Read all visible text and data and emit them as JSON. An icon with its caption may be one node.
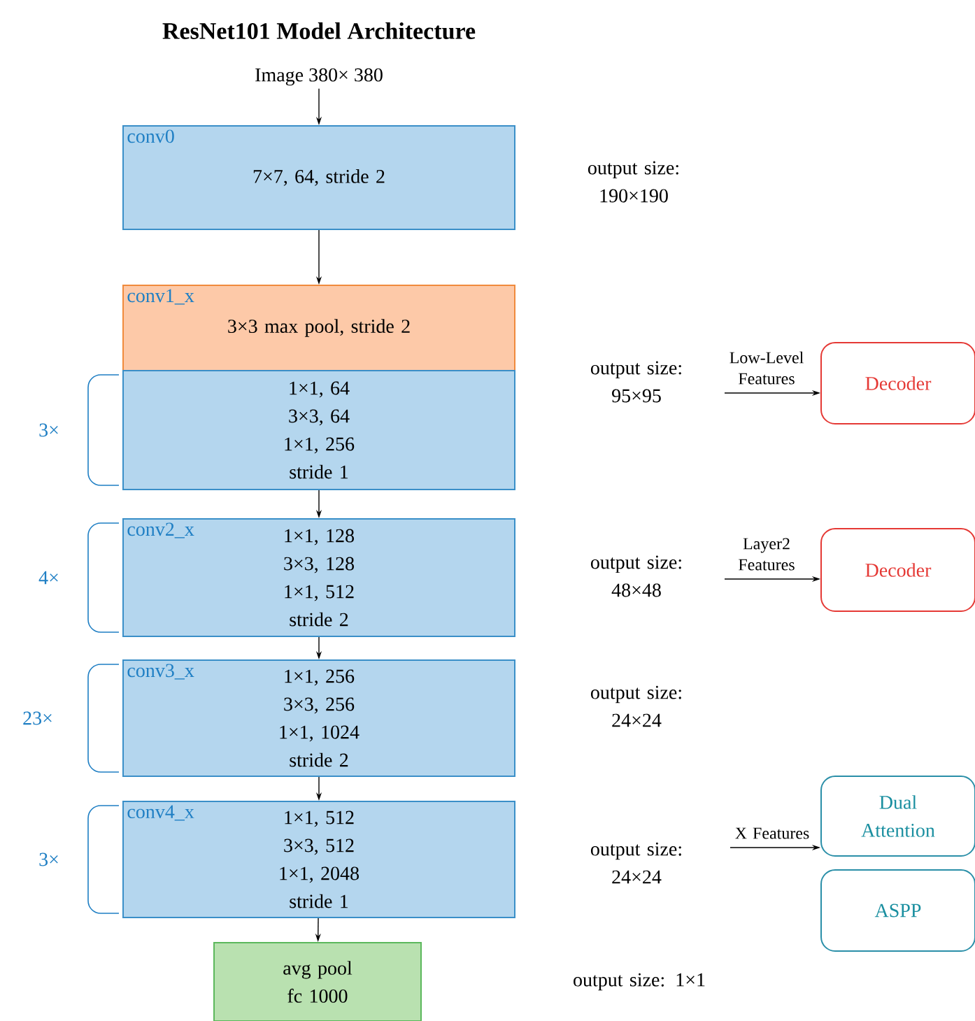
{
  "diagram": {
    "title": "ResNet101 Model Architecture",
    "nodes": [
      {
        "text": [
          "Image 380× 380"
        ]
      },
      {
        "text": [
          "conv0",
          "7×7, 64, stride 2"
        ]
      },
      {
        "text": [
          "conv1_x",
          "3×3 max pool, stride 2"
        ]
      },
      {
        "text": [
          "1×1, 64",
          "3×3, 64",
          "1×1, 256",
          "stride 1"
        ],
        "beside": [
          "3×"
        ]
      },
      {
        "text": [
          "conv2_x",
          "1×1, 128",
          "3×3, 128",
          "1×1, 512",
          "stride 2"
        ],
        "beside": [
          "4×"
        ]
      },
      {
        "text": [
          "conv3_x",
          "1×1, 256",
          "3×3, 256",
          "1×1, 1024",
          "stride 2"
        ],
        "beside": [
          "23×"
        ]
      },
      {
        "text": [
          "conv4_x",
          "1×1, 512",
          "3×3, 512",
          "1×1, 2048",
          "stride 1"
        ],
        "beside": [
          "3×"
        ]
      },
      {
        "text": [
          "avg pool",
          "fc 1000"
        ]
      },
      {
        "text": [
          "Decoder"
        ]
      },
      {
        "text": [
          "Decoder"
        ]
      },
      {
        "text": [
          "Dual Attention"
        ]
      },
      {
        "text": [
          "ASPP"
        ]
      }
    ],
    "edges": [
      {
        "from": 0,
        "to": 1,
        "arrow": "to"
      },
      {
        "from": 1,
        "to": 2,
        "arrow": "to"
      },
      {
        "from": 3,
        "to": 4,
        "arrow": "to"
      },
      {
        "from": 4,
        "to": 5,
        "arrow": "to"
      },
      {
        "from": 5,
        "to": 6,
        "arrow": "to"
      },
      {
        "from": 6,
        "to": 7,
        "arrow": "to"
      },
      {
        "from": null,
        "to": 8,
        "arrow": "to",
        "label": "Low-Level Features"
      },
      {
        "from": null,
        "to": 9,
        "arrow": "to",
        "label": "Layer2 Features"
      },
      {
        "from": null,
        "to": 10,
        "arrow": "to",
        "label": "X Features"
      }
    ],
    "labels": [
      "output size: 190×190",
      "output size: 95×95",
      "output size: 48×48",
      "output size: 24×24",
      "output size: 24×24",
      "output size: 1×1"
    ]
  }
}
